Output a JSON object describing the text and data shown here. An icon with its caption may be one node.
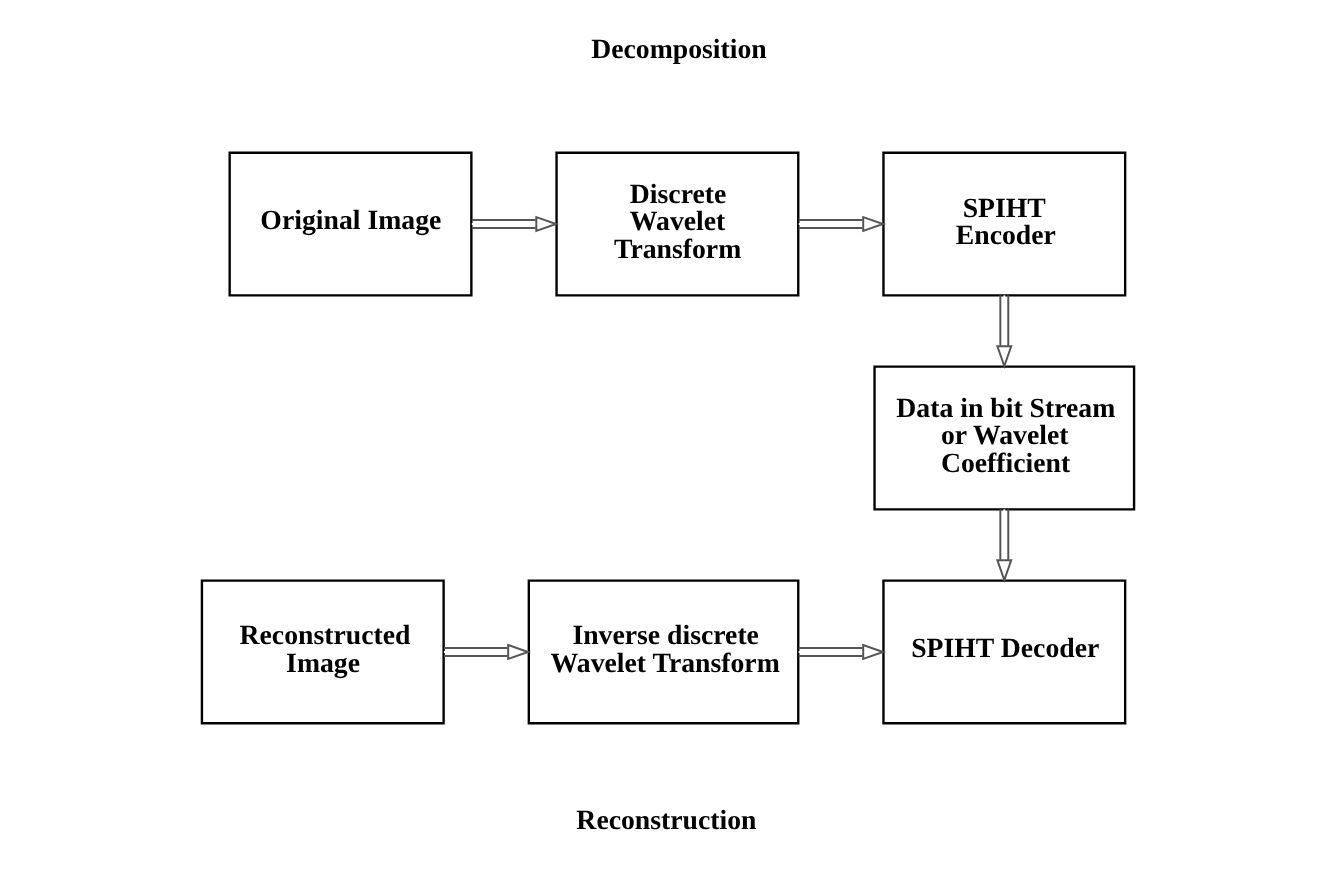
{
  "diagram": {
    "nodes": [
      {
        "text": [
          "Original Image"
        ]
      },
      {
        "text": [
          "Discrete Wavelet Transform"
        ]
      },
      {
        "text": [
          "SPIHT Encoder"
        ]
      },
      {
        "text": [
          "Data in bit Stream or Wavelet Coefficient"
        ]
      },
      {
        "text": [
          "SPIHT Decoder"
        ]
      },
      {
        "text": [
          "Inverse discrete Wavelet Transform"
        ]
      },
      {
        "text": [
          "Reconstructed Image"
        ]
      }
    ],
    "edges": [
      {
        "from": 0,
        "to": 1,
        "arrow": "to"
      },
      {
        "from": 1,
        "to": 2,
        "arrow": "to"
      },
      {
        "from": 2,
        "to": 3,
        "arrow": "to"
      },
      {
        "from": 3,
        "to": 4,
        "arrow": "to"
      },
      {
        "from": 6,
        "to": 5,
        "arrow": "to"
      },
      {
        "from": 5,
        "to": 4,
        "arrow": "to"
      }
    ],
    "labels": [
      "Decomposition",
      "Reconstruction"
    ]
  }
}
